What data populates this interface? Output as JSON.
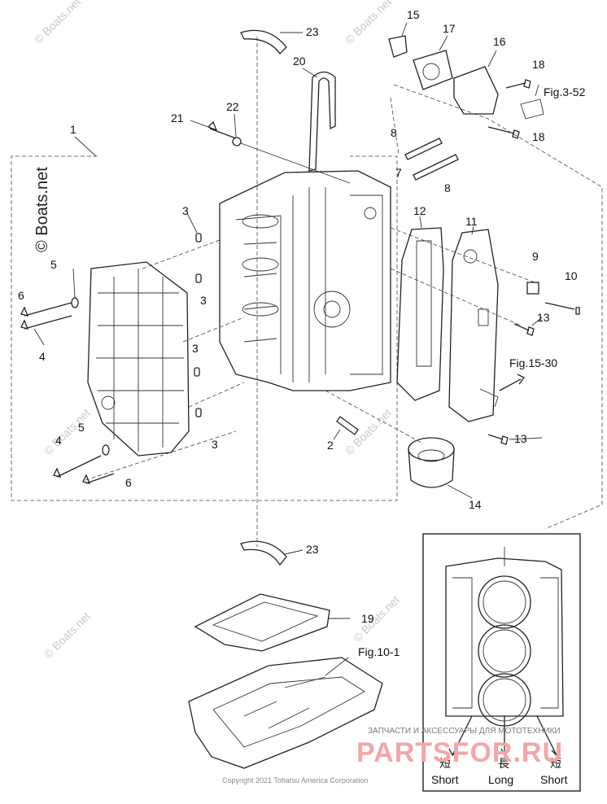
{
  "callouts": {
    "c1": "1",
    "c2": "2",
    "c3a": "3",
    "c3b": "3",
    "c3c": "3",
    "c3d": "3",
    "c4a": "4",
    "c4b": "4",
    "c5a": "5",
    "c5b": "5",
    "c6a": "6",
    "c6b": "6",
    "c7": "7",
    "c8a": "8",
    "c8b": "8",
    "c9": "9",
    "c10": "10",
    "c11": "11",
    "c12": "12",
    "c13a": "13",
    "c13b": "13",
    "c14": "14",
    "c15": "15",
    "c16": "16",
    "c17": "17",
    "c18a": "18",
    "c18b": "18",
    "c19": "19",
    "c20": "20",
    "c21": "21",
    "c22": "22",
    "c23a": "23",
    "c23b": "23"
  },
  "refs": {
    "fig_3_52": "Fig.3-52",
    "fig_15_30": "Fig.15-30",
    "fig_10_1": "Fig.10-1"
  },
  "watermark": {
    "main": "© Boats.net",
    "ghost": "© Boats.net"
  },
  "inset": {
    "short_left_kanji": "短",
    "short_left": "Short",
    "long_kanji": "長",
    "long": "Long",
    "short_right_kanji": "短",
    "short_right": "Short"
  },
  "footer": {
    "copyright": "Copyright 2021 Tohatsu America Corporation",
    "brand_caption": "ЗАПЧАСТИ И АКСЕССУАРЫ ДЛЯ МОТОТЕХНИКИ",
    "brand_logo": "PARTSFOR.RU"
  },
  "colors": {
    "line": "#222222",
    "watermark": "#c9c9c9",
    "brand": "#f3a6a6"
  }
}
